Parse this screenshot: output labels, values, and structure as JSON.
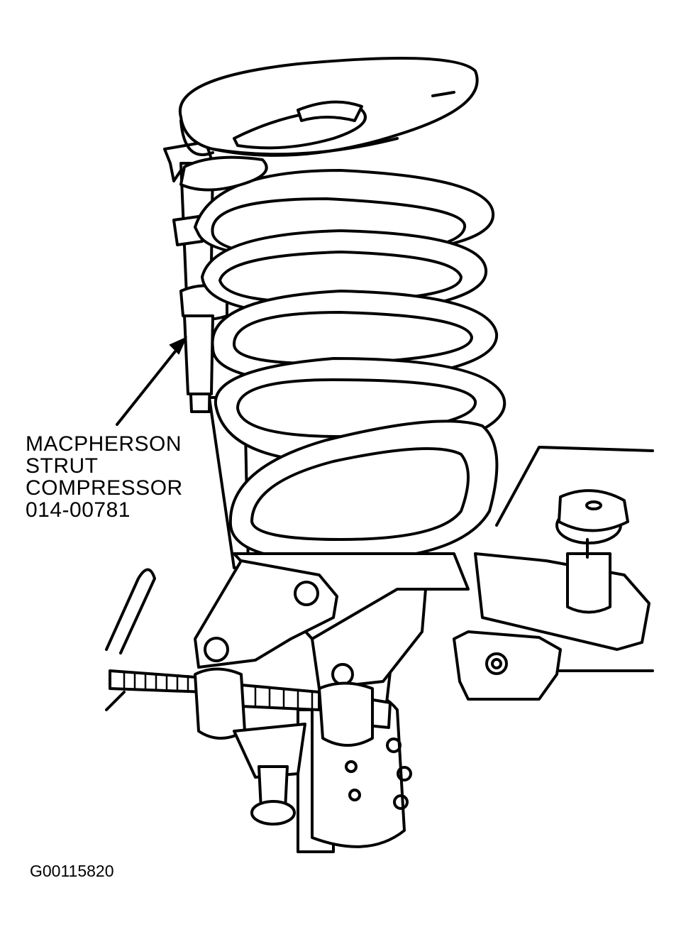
{
  "callout": {
    "line1": "MACPHERSON",
    "line2": "STRUT",
    "line3": "COMPRESSOR",
    "line4": "014-00781"
  },
  "figure_id": "G00115820",
  "colors": {
    "ink": "#000000",
    "paper": "#ffffff"
  }
}
